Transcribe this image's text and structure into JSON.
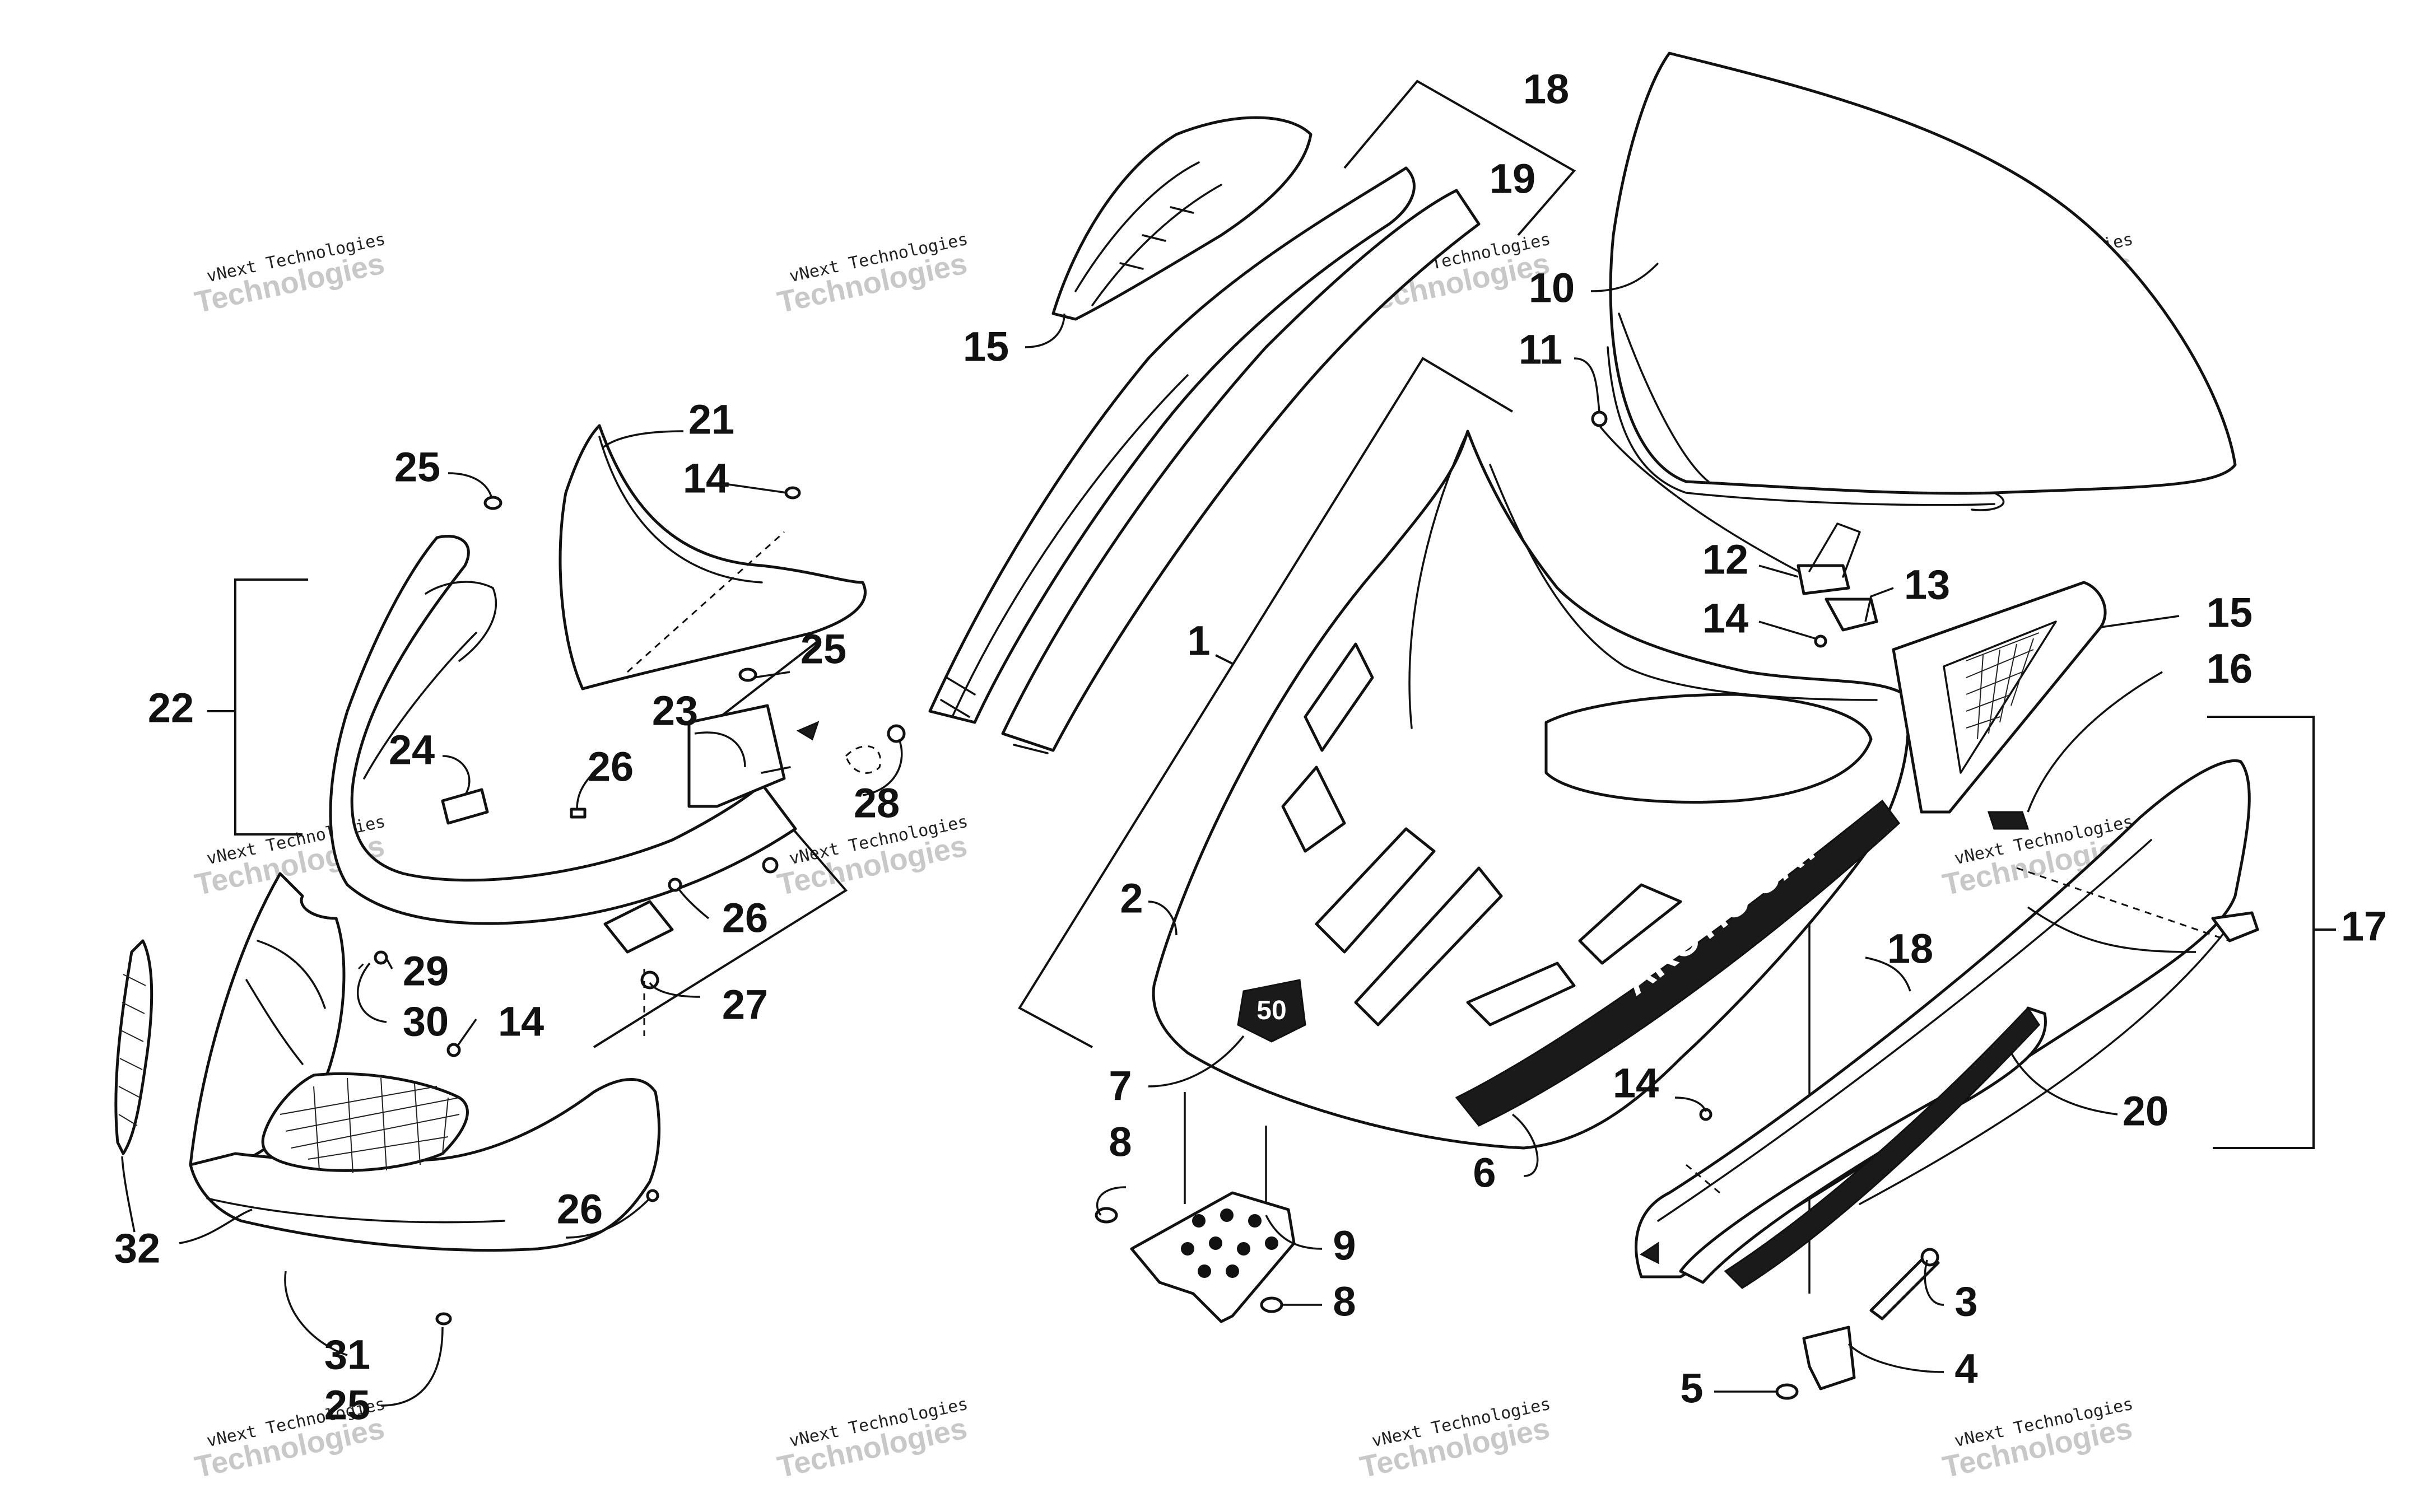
{
  "diagram": {
    "callouts": {
      "c1": "1",
      "c2": "2",
      "c3": "3",
      "c4": "4",
      "c5": "5",
      "c6": "6",
      "c7": "7",
      "c8a": "8",
      "c8b": "8",
      "c9": "9",
      "c10": "10",
      "c11": "11",
      "c12": "12",
      "c13": "13",
      "c14a": "14",
      "c14b": "14",
      "c14c": "14",
      "c14d": "14",
      "c15a": "15",
      "c15b": "15",
      "c16": "16",
      "c17": "17",
      "c18a": "18",
      "c18b": "18",
      "c19": "19",
      "c20": "20",
      "c21": "21",
      "c22": "22",
      "c23": "23",
      "c24": "24",
      "c25a": "25",
      "c25b": "25",
      "c25c": "25",
      "c26a": "26",
      "c26b": "26",
      "c26c": "26",
      "c27": "27",
      "c28": "28",
      "c29": "29",
      "c30": "30",
      "c31": "31",
      "c32": "32"
    },
    "hood_decal_text": "ARCTIC CAT",
    "badge_text": "50",
    "watermark": {
      "line1": "vNext Technologies",
      "line2": "Technologies"
    }
  }
}
